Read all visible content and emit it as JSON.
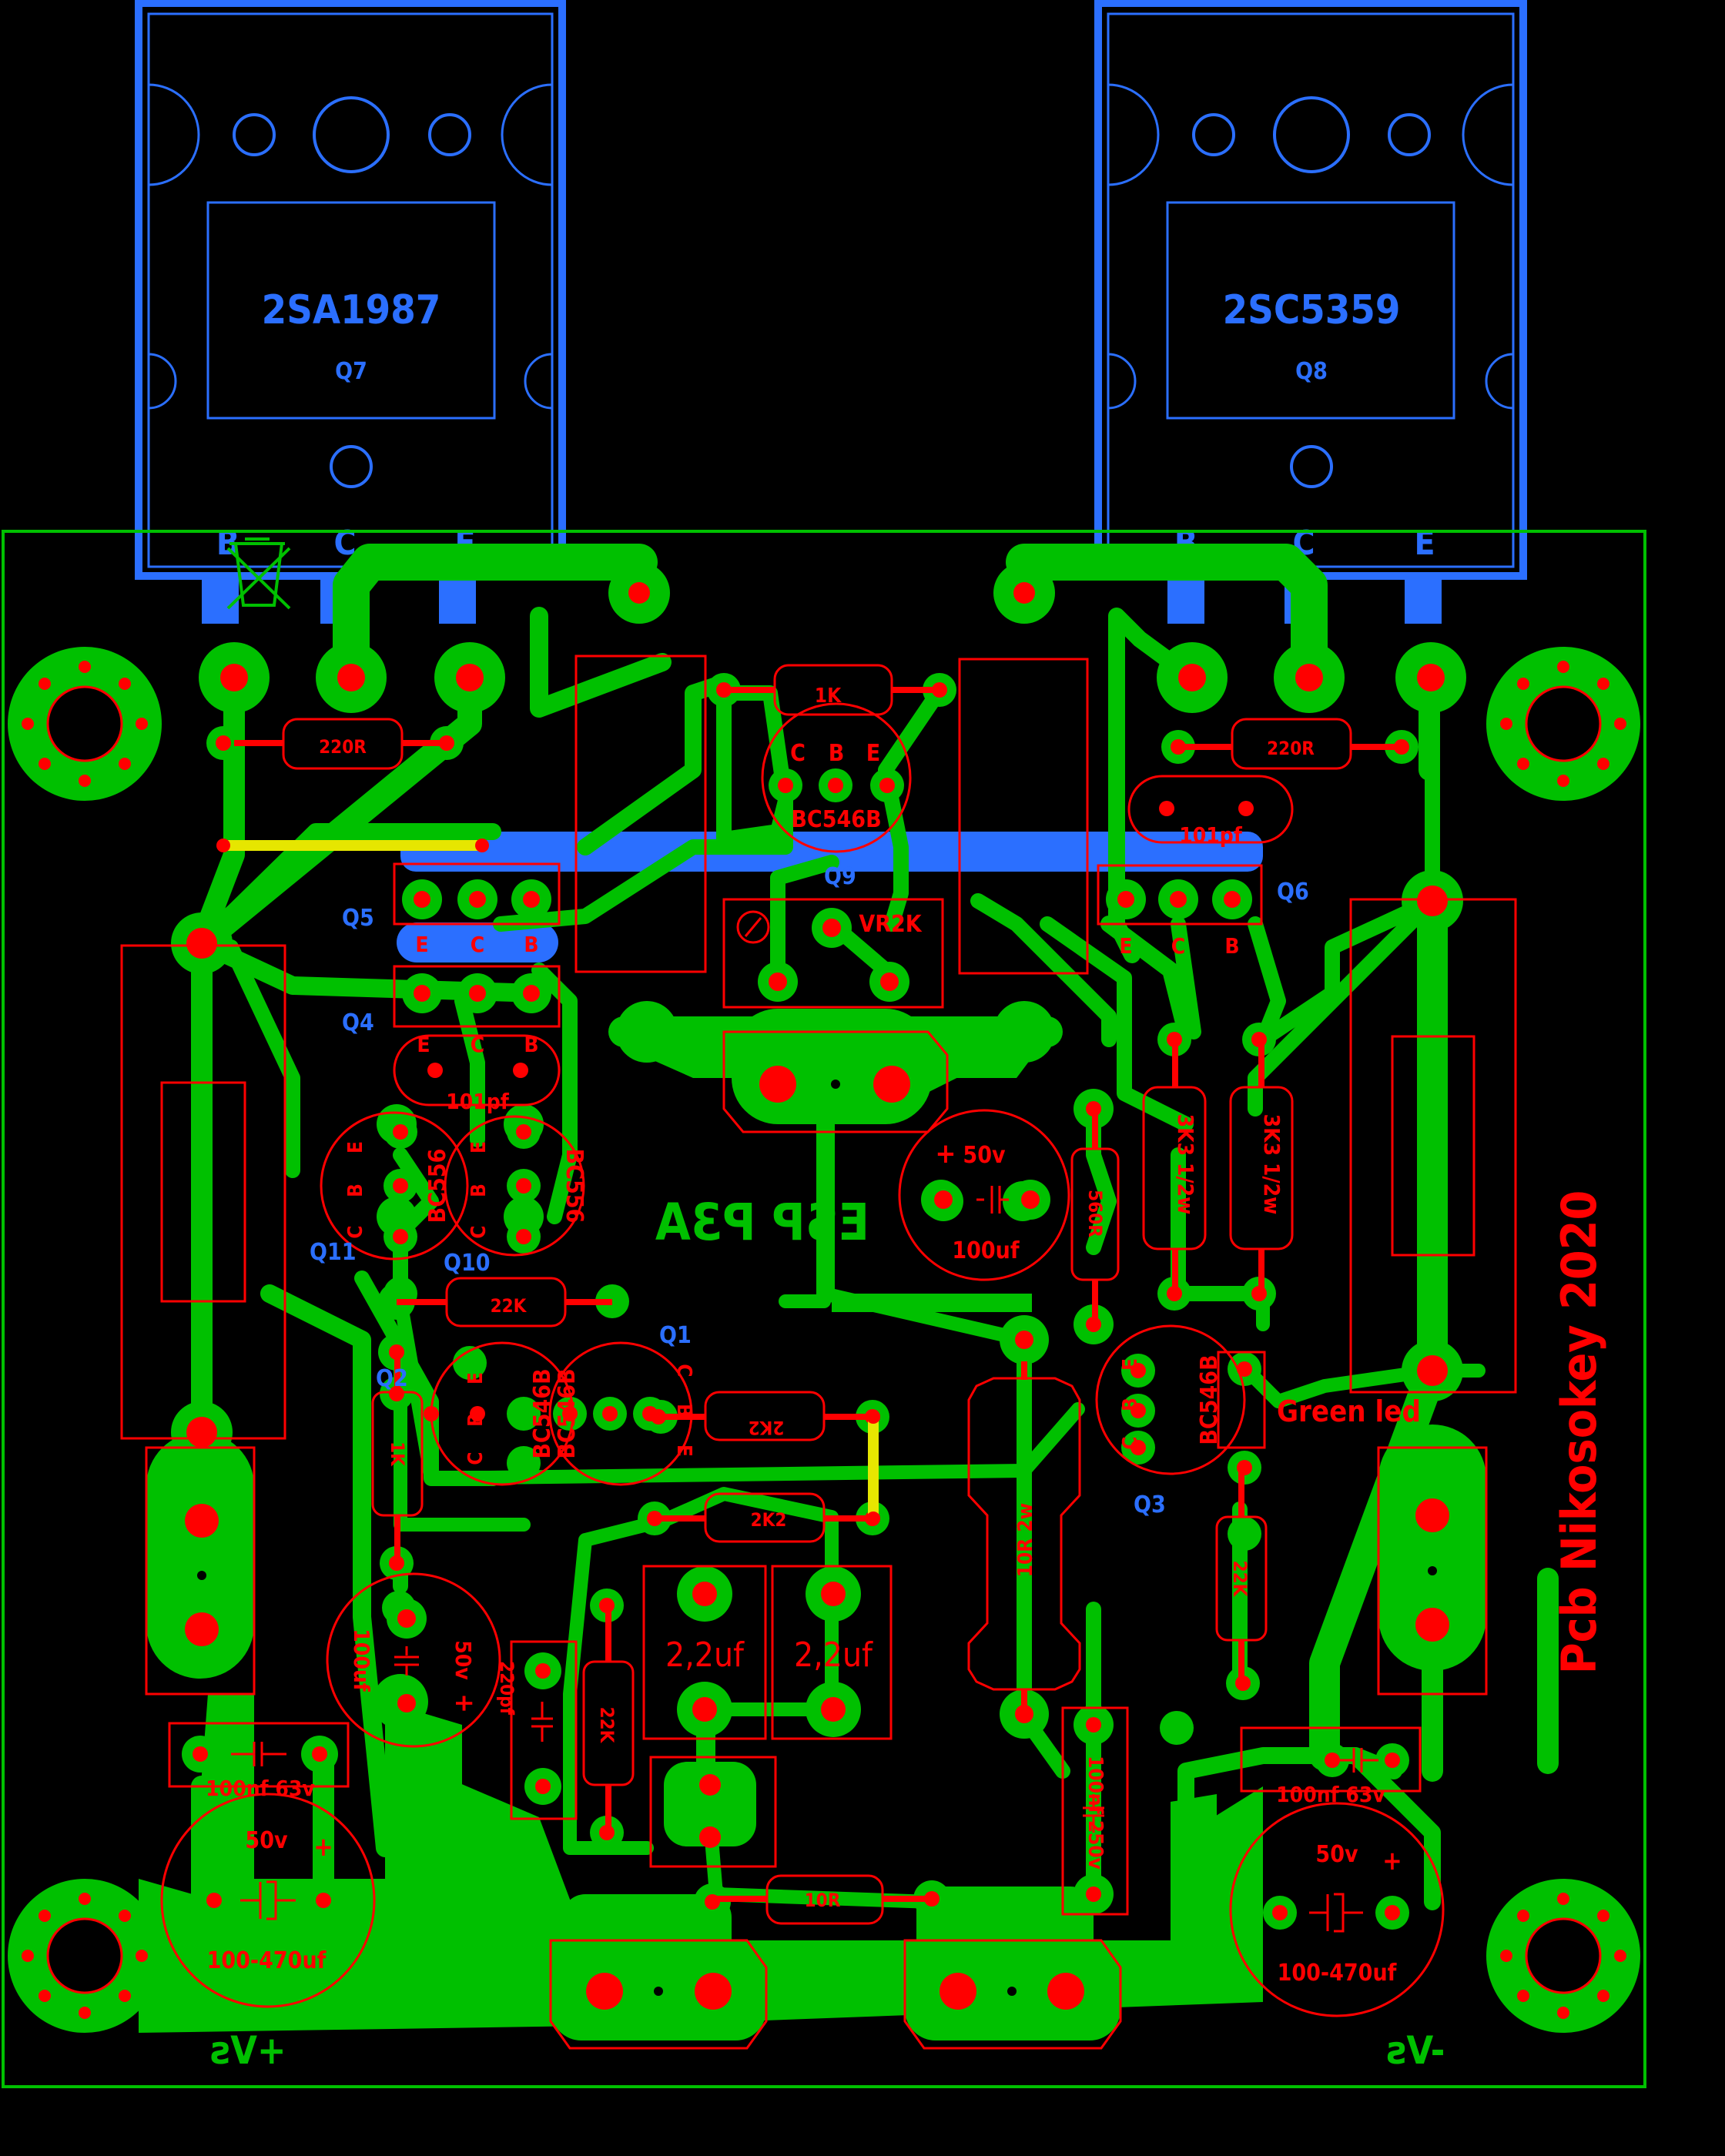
{
  "transistors_power": [
    {
      "part": "2SA1987",
      "ref": "Q7",
      "pins": [
        "B",
        "C",
        "E"
      ]
    },
    {
      "part": "2SC5359",
      "ref": "Q8",
      "pins": [
        "B",
        "C",
        "E"
      ]
    }
  ],
  "small_transistors": {
    "q_top": {
      "part": "BC546B",
      "ref": "Q9",
      "pins": [
        "C",
        "B",
        "E"
      ]
    },
    "q5": {
      "ref": "Q5",
      "pins": [
        "E",
        "C",
        "B"
      ]
    },
    "q4": {
      "ref": "Q4",
      "pins": [
        "E",
        "C",
        "B"
      ]
    },
    "q6": {
      "ref": "Q6",
      "pins": [
        "E",
        "C",
        "B"
      ]
    },
    "q11": {
      "part": "BC556",
      "ref": "Q11",
      "pins": [
        "E",
        "B",
        "C"
      ]
    },
    "q10": {
      "part": "BC556",
      "ref": "Q10",
      "pins": [
        "E",
        "B",
        "C"
      ]
    },
    "q2": {
      "part": "BC546B",
      "ref": "Q2",
      "pins": [
        "E",
        "B",
        "C"
      ]
    },
    "q1": {
      "part": "BC546B",
      "ref": "Q1",
      "pins": [
        "C",
        "B",
        "E"
      ]
    },
    "q3": {
      "part": "BC546B",
      "ref": "Q3",
      "pins": [
        "E",
        "B",
        "C"
      ]
    }
  },
  "resistors": {
    "r_220_left": "220R",
    "r_220_right": "220R",
    "r_1k_top": "1K",
    "r_3k3_a": "3K3 1/2w",
    "r_3k3_b": "3K3 1/2w",
    "r_560": "560R",
    "r_22k_mid": "22K",
    "r_2k2_a": "2K2",
    "r_2k2_b": "2K2",
    "r_1k_left": "1K",
    "r_22k_input": "22K",
    "r_22k_right": "22K",
    "r_10r_2w": "10R 2w",
    "r_10r": "10R"
  },
  "capacitors": {
    "c_101_left": "101pf",
    "c_101_right": "101pf",
    "c_100uf_mid": {
      "voltage": "50v",
      "value": "100uf"
    },
    "c_100uf_left": {
      "voltage": "50v",
      "value": "100uf"
    },
    "c_220pf": "220pf",
    "c_2u2_a": "2,2uf",
    "c_2u2_b": "2,2uf",
    "c_100nf_left": "100nf 63v",
    "c_100nf_right": "100nf 63v",
    "c_100nf_250": "100nf 250v",
    "c_bulk_left": {
      "voltage": "50v",
      "value": "100-470uf"
    },
    "c_bulk_right": {
      "voltage": "50v",
      "value": "100-470uf"
    },
    "plus_sign": "+"
  },
  "misc": {
    "trimmer": "VR2K",
    "led": "Green led",
    "board_name_mirrored": "ESP P3A",
    "credit": "Pcb Nikosokey 2020",
    "supply_pos": "+Vs",
    "supply_neg": "-Vs"
  },
  "colors": {
    "copper": "#00C000",
    "silk": "#FF0000",
    "blue_layer": "#2B6FFF",
    "jumper": "#E6E600",
    "outline": "#00C000",
    "background": "#000000"
  }
}
